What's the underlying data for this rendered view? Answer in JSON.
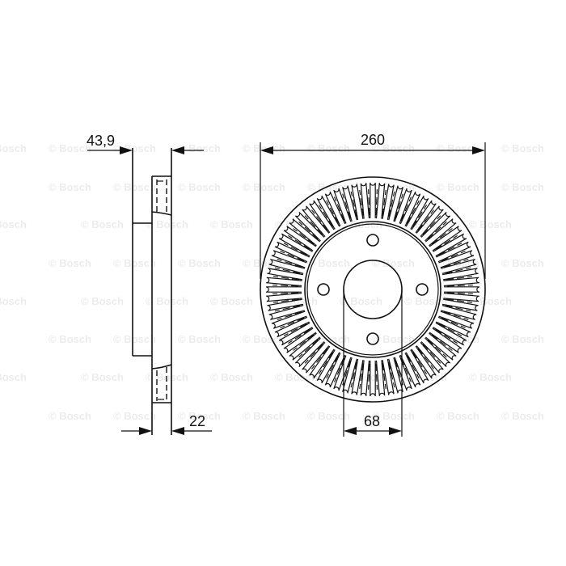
{
  "brand_watermark": "© Bosch",
  "colors": {
    "line": "#111111",
    "watermark": "#ececec",
    "background": "#ffffff"
  },
  "dimensions": {
    "overall_height": "43,9",
    "disc_thickness": "22",
    "outer_diameter": "260",
    "center_bore": "68"
  },
  "disc": {
    "type": "ventilated brake disc",
    "bolt_holes": 4,
    "cooling_vanes": 72
  },
  "views": {
    "side": "side-section-view",
    "front": "front-view"
  }
}
